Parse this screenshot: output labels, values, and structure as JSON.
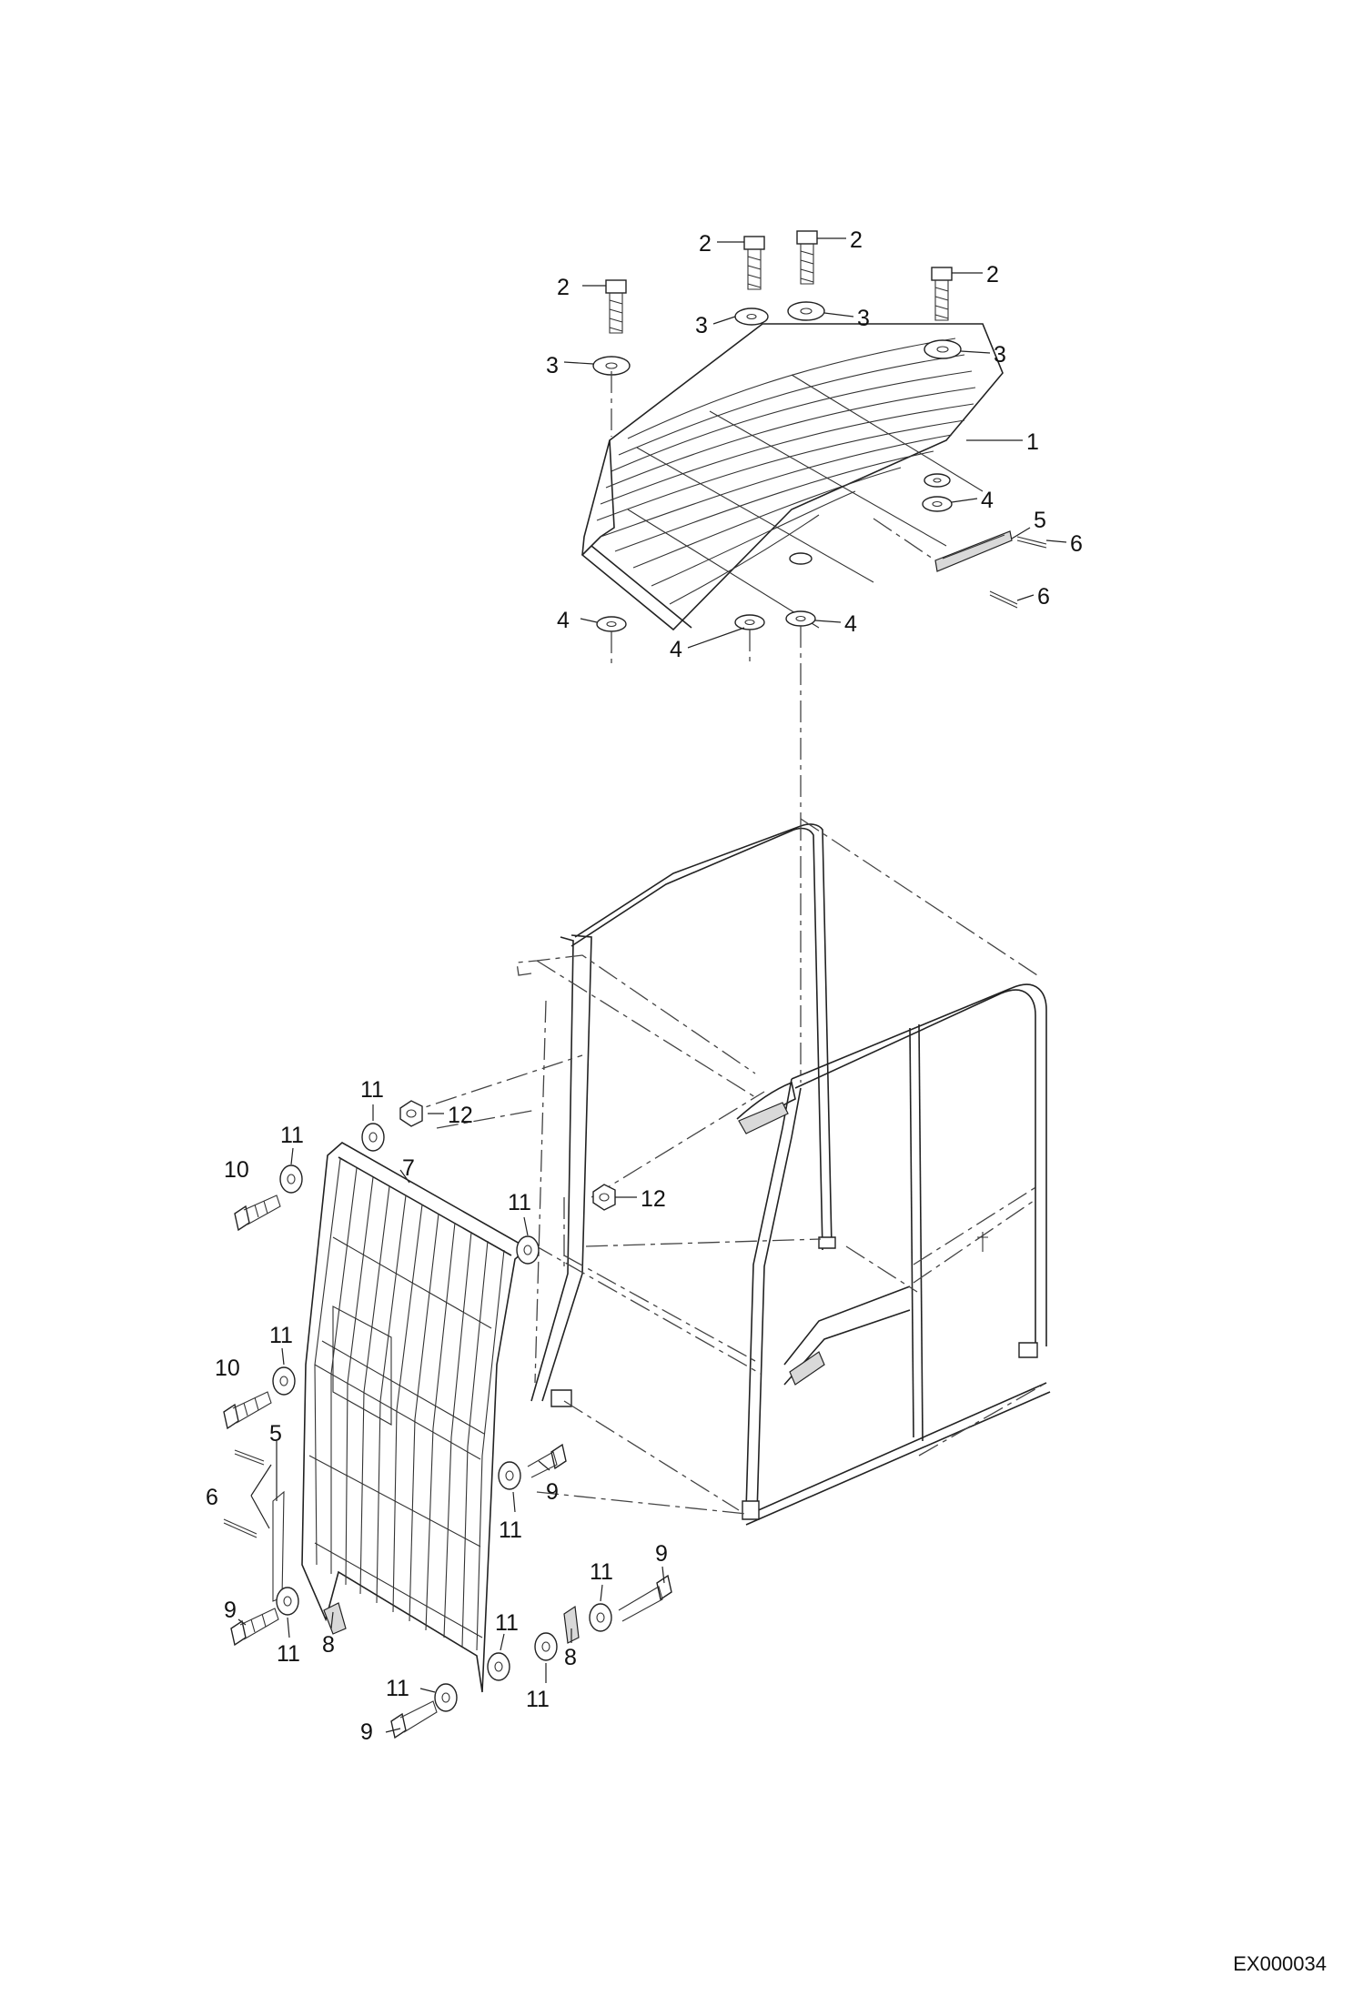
{
  "callouts": [
    {
      "id": "c1",
      "label": "1"
    },
    {
      "id": "c2a",
      "label": "2"
    },
    {
      "id": "c2b",
      "label": "2"
    },
    {
      "id": "c2c",
      "label": "2"
    },
    {
      "id": "c2d",
      "label": "2"
    },
    {
      "id": "c3a",
      "label": "3"
    },
    {
      "id": "c3b",
      "label": "3"
    },
    {
      "id": "c3c",
      "label": "3"
    },
    {
      "id": "c3d",
      "label": "3"
    },
    {
      "id": "c4a",
      "label": "4"
    },
    {
      "id": "c4b",
      "label": "4"
    },
    {
      "id": "c4c",
      "label": "4"
    },
    {
      "id": "c4d",
      "label": "4"
    },
    {
      "id": "c5a",
      "label": "5"
    },
    {
      "id": "c5b",
      "label": "5"
    },
    {
      "id": "c6a",
      "label": "6"
    },
    {
      "id": "c6b",
      "label": "6"
    },
    {
      "id": "c6c",
      "label": "6"
    },
    {
      "id": "c7",
      "label": "7"
    },
    {
      "id": "c8a",
      "label": "8"
    },
    {
      "id": "c8b",
      "label": "8"
    },
    {
      "id": "c9a",
      "label": "9"
    },
    {
      "id": "c9b",
      "label": "9"
    },
    {
      "id": "c9c",
      "label": "9"
    },
    {
      "id": "c9d",
      "label": "9"
    },
    {
      "id": "c10a",
      "label": "10"
    },
    {
      "id": "c10b",
      "label": "10"
    },
    {
      "id": "c11a",
      "label": "11"
    },
    {
      "id": "c11b",
      "label": "11"
    },
    {
      "id": "c11c",
      "label": "11"
    },
    {
      "id": "c11d",
      "label": "11"
    },
    {
      "id": "c11e",
      "label": "11"
    },
    {
      "id": "c11f",
      "label": "11"
    },
    {
      "id": "c11g",
      "label": "11"
    },
    {
      "id": "c11h",
      "label": "11"
    },
    {
      "id": "c11i",
      "label": "11"
    },
    {
      "id": "c11j",
      "label": "11"
    },
    {
      "id": "c12a",
      "label": "12"
    },
    {
      "id": "c12b",
      "label": "12"
    }
  ],
  "document_code": "EX000034"
}
